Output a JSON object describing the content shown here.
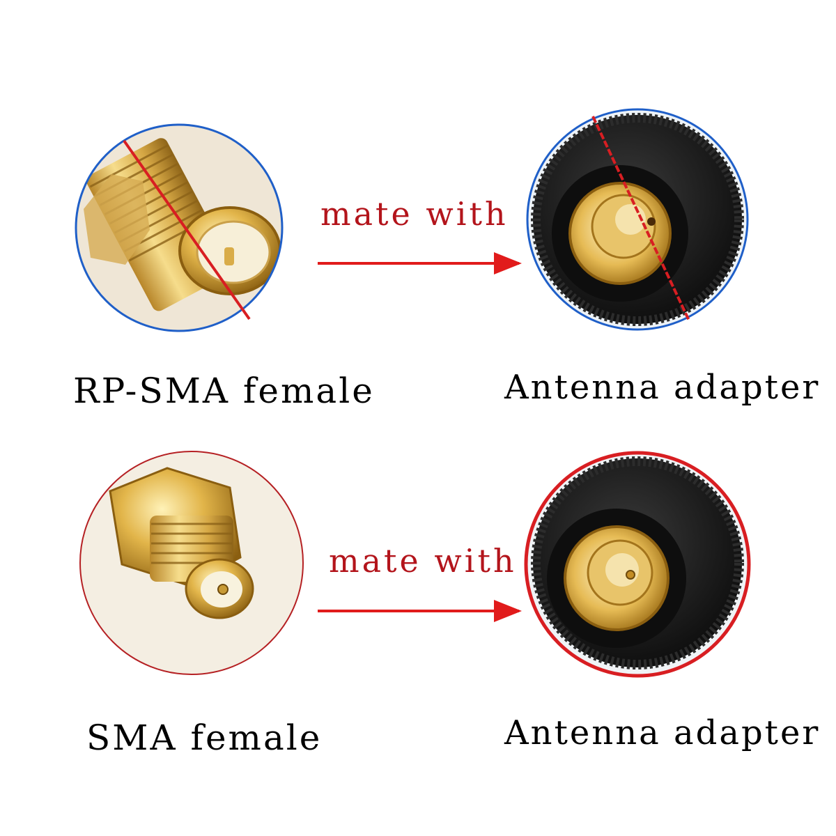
{
  "colors": {
    "arrow": "#e11b1b",
    "ring_blue": "#1f5fc8",
    "ring_red": "#d81e22",
    "gold_light": "#f3d77a",
    "gold_dark": "#9a6c14",
    "knob_black": "#141414"
  },
  "rows": [
    {
      "left_label": "RP-SMA female",
      "mate_text": "mate with",
      "right_label": "Antenna adapter",
      "strike_through": true
    },
    {
      "left_label": "SMA female",
      "mate_text": "mate with",
      "right_label": "Antenna adapter",
      "strike_through": false
    }
  ]
}
